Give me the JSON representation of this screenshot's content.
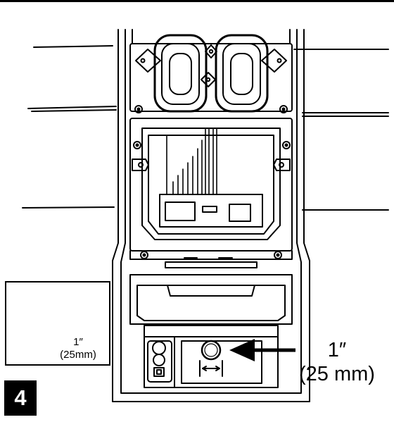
{
  "inset": {
    "icon": "drill-icon",
    "label_line1": "1″",
    "label_line2": "(25mm)"
  },
  "callout": {
    "label_line1": "1″",
    "label_line2": "(25 mm)"
  },
  "step": {
    "number": "4"
  },
  "colors": {
    "ink": "#000000",
    "paper": "#ffffff"
  }
}
